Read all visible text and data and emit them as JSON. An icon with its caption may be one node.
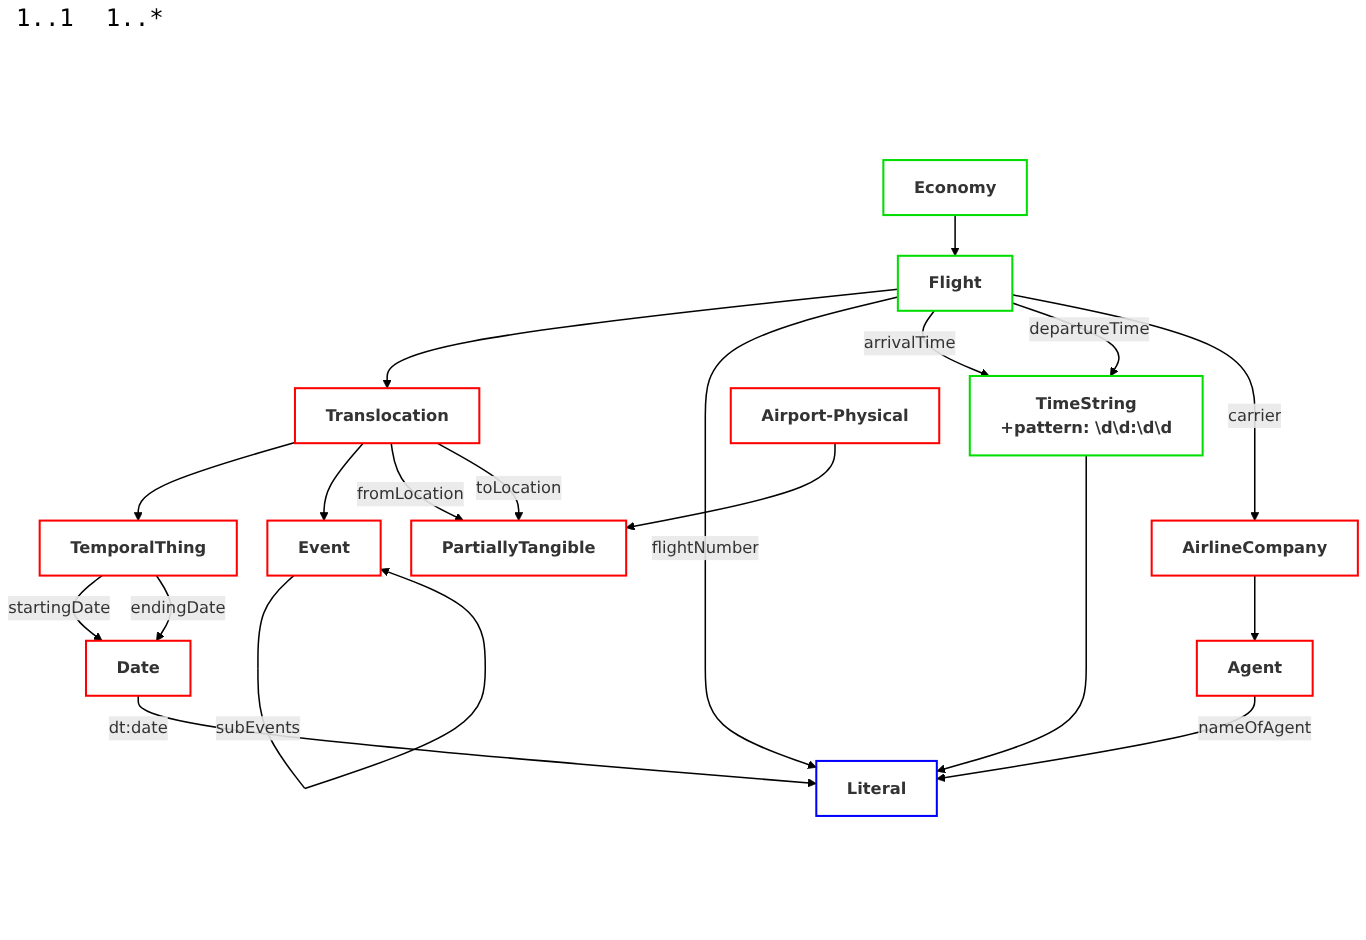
{
  "diagram": {
    "nodes": [
      {
        "text": [
          "Event"
        ]
      },
      {
        "text": [
          "TemporalThing"
        ]
      },
      {
        "text": [
          "Date"
        ]
      },
      {
        "text": [
          "Translocation"
        ]
      },
      {
        "text": [
          "Literal"
        ]
      },
      {
        "text": [
          "Flight"
        ]
      },
      {
        "text": [
          "TimeString",
          "+pattern: \\d\\d:\\d\\d"
        ]
      },
      {
        "text": [
          "PartiallyTangible"
        ]
      },
      {
        "text": [
          "Economy"
        ]
      },
      {
        "text": [
          "Agent"
        ]
      },
      {
        "text": [
          "AirlineCompany"
        ]
      },
      {
        "text": [
          "Airport-Physical"
        ]
      }
    ],
    "edges": [
      {
        "from": 0,
        "to": 0,
        "label": "subEvents",
        "arrow": "to"
      },
      {
        "from": 1,
        "to": 2,
        "label": "startingDate",
        "arrow": "to"
      },
      {
        "from": 1,
        "to": 2,
        "label": "endingDate",
        "arrow": "to"
      },
      {
        "from": 3,
        "to": 1,
        "arrow": "to"
      },
      {
        "from": 3,
        "to": 0,
        "arrow": "to"
      },
      {
        "from": 3,
        "to": 7,
        "label": "fromLocation",
        "arrow": "to"
      },
      {
        "from": 3,
        "to": 7,
        "label": "toLocation",
        "arrow": "to"
      },
      {
        "from": 2,
        "to": 4,
        "label": "dt:date",
        "arrow": "to"
      },
      {
        "from": 5,
        "to": 3,
        "arrow": "to"
      },
      {
        "from": 5,
        "to": 4,
        "label": "flightNumber",
        "arrow": "to"
      },
      {
        "from": 5,
        "to": 6,
        "label": "arrivalTime",
        "arrow": "to"
      },
      {
        "from": 5,
        "to": 6,
        "label": "departureTime",
        "arrow": "to"
      },
      {
        "from": 6,
        "to": 4,
        "arrow": "to"
      },
      {
        "from": 8,
        "to": 5,
        "arrow": "to"
      },
      {
        "from": 5,
        "to": 10,
        "label": "carrier",
        "arrow": "to"
      },
      {
        "from": 9,
        "to": 4,
        "label": "nameOfAgent",
        "arrow": "to"
      },
      {
        "from": 10,
        "to": 9,
        "arrow": "to"
      },
      {
        "from": 11,
        "to": 7,
        "arrow": "to"
      }
    ],
    "labels": [
      "1..1",
      "1..*"
    ]
  }
}
